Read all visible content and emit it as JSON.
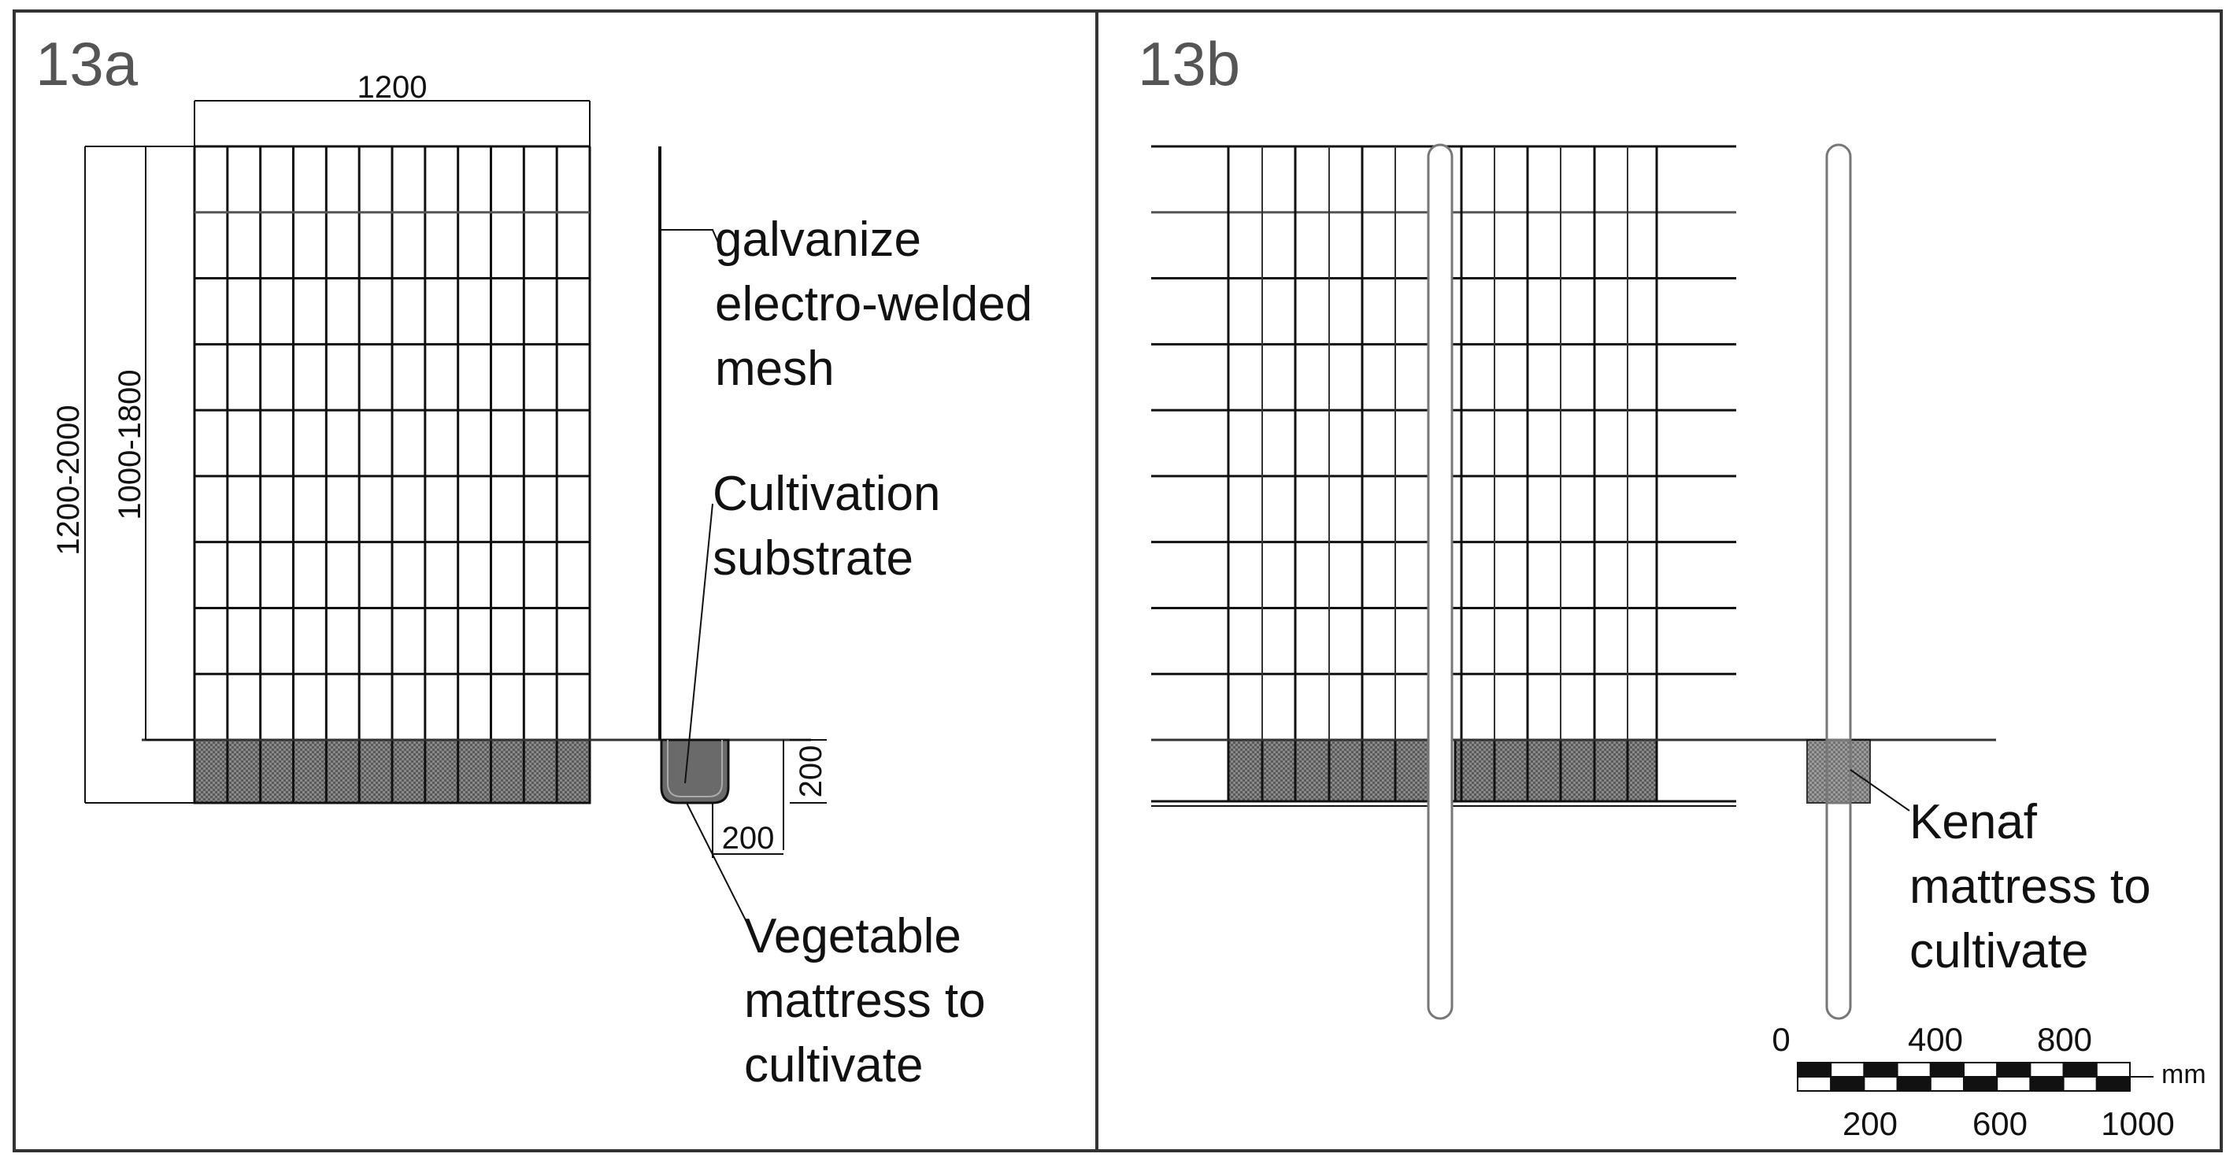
{
  "panels": {
    "a": {
      "tag": "13a",
      "dims": {
        "width": "1200",
        "height_outer": "1200-2000",
        "height_inner": "1000-1800",
        "pocket_height": "200",
        "pocket_width": "200"
      },
      "labels": {
        "mesh": [
          "galvanize",
          "electro-welded",
          "mesh"
        ],
        "substrate": [
          "Cultivation",
          "substrate"
        ],
        "mattress": [
          "Vegetable",
          "mattress to",
          "cultivate"
        ]
      }
    },
    "b": {
      "tag": "13b",
      "labels": {
        "kenaf": [
          "Kenaf",
          "mattress to",
          "cultivate"
        ]
      },
      "scale": {
        "top_ticks": [
          "0",
          "400",
          "800"
        ],
        "bottom_ticks": [
          "200",
          "600",
          "1000"
        ],
        "unit": "mm"
      }
    }
  },
  "colors": {
    "line": "#111111",
    "frame": "#333333",
    "hatch": "#6e6e6e",
    "tube": "#777777"
  }
}
